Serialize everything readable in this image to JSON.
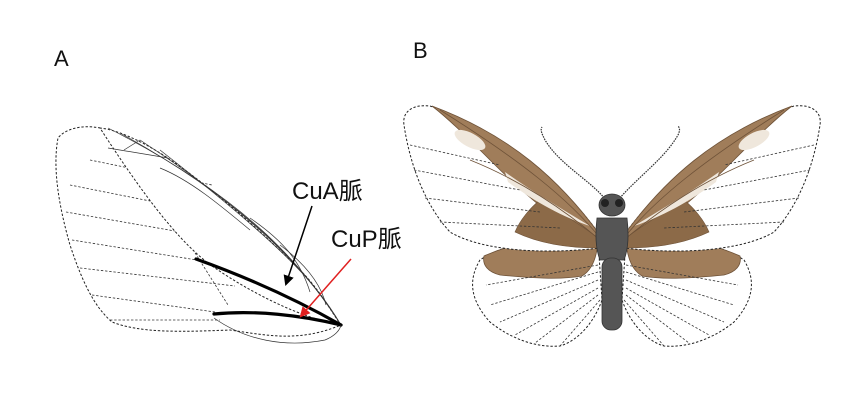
{
  "panels": {
    "a_label": "A",
    "b_label": "B"
  },
  "callouts": {
    "cua": "CuA脈",
    "cup": "CuP脈"
  },
  "colors": {
    "arrow_black": "#000000",
    "arrow_red": "#e02020",
    "wing_brown": "#a07d5a",
    "wing_spot": "#efe7dc",
    "body_gray": "#555555"
  }
}
